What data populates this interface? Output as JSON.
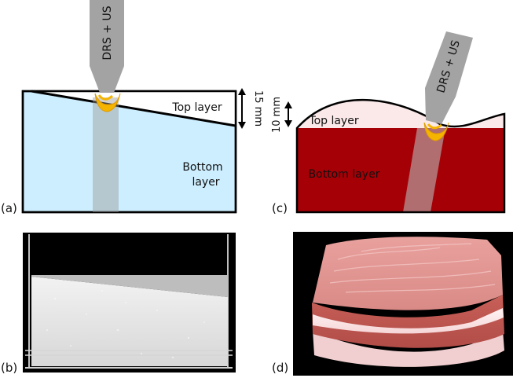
{
  "panels": {
    "a": {
      "tag": "(a)",
      "probe_label": "DRS + US",
      "top_layer": "Top layer",
      "bottom_layer_line1": "Bottom",
      "bottom_layer_line2": "layer",
      "dimension": "15 mm",
      "colors": {
        "tissue": "#cdeefe",
        "probe": "#9a9a9a",
        "transducer": "#f5b400"
      }
    },
    "b": {
      "tag": "(b)"
    },
    "c": {
      "tag": "(c)",
      "probe_label": "DRS + US",
      "top_layer": "Top layer",
      "bottom_layer": "Bottom layer",
      "dimension": "10 mm",
      "colors": {
        "top": "#f9e3e4",
        "bottom": "#a50006",
        "probe": "#9a9a9a",
        "transducer": "#f5b400"
      }
    },
    "d": {
      "tag": "(d)"
    }
  }
}
